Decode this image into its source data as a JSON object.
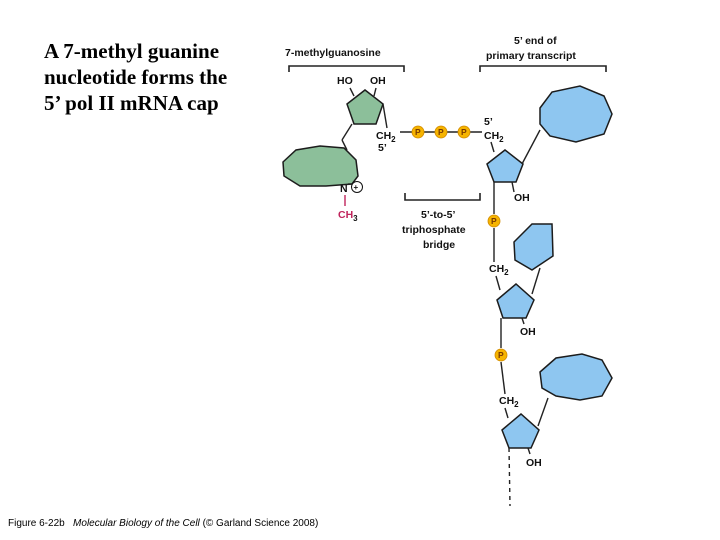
{
  "slide": {
    "title_lines": [
      "A 7-methyl guanine",
      "nucleotide forms the",
      "5’ pol II mRNA cap"
    ]
  },
  "diagram": {
    "label_methylguanosine": "7-methylguanosine",
    "label_transcript_line1": "5’ end of",
    "label_transcript_line2": "primary transcript",
    "label_bridge_line1": "5’-to-5’",
    "label_bridge_line2": "triphosphate",
    "label_bridge_line3": "bridge",
    "label_ho": "HO",
    "label_oh": "OH",
    "label_ch2": "CH",
    "label_subscript_2": "2",
    "label_five_prime": "5’",
    "label_n": "N",
    "label_plus": "+",
    "label_ch3": "CH",
    "label_subscript_3": "3",
    "label_p": "P"
  },
  "caption": {
    "figure": "Figure 6-22b",
    "book": "Molecular Biology of the Cell",
    "credit": "(© Garland Science 2008)"
  },
  "colors": {
    "guanine_green": "#8cbf9a",
    "base_blue": "#8ec6f0",
    "phosphate_orange": "#f6b400",
    "methyl_red": "#c0245c"
  }
}
